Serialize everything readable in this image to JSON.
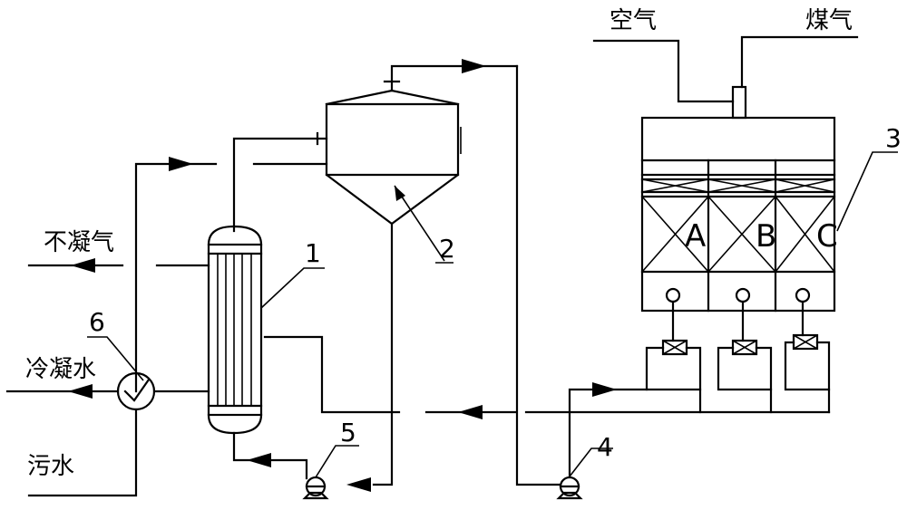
{
  "labels": {
    "air": "空气",
    "gas": "煤气",
    "noncondensable": "不凝气",
    "condensate": "冷凝水",
    "sewage": "污水"
  },
  "callouts": {
    "n1": "1",
    "n2": "2",
    "n3": "3",
    "n4": "4",
    "n5": "5",
    "n6": "6"
  },
  "cells": {
    "a": "A",
    "b": "B",
    "c": "C"
  }
}
